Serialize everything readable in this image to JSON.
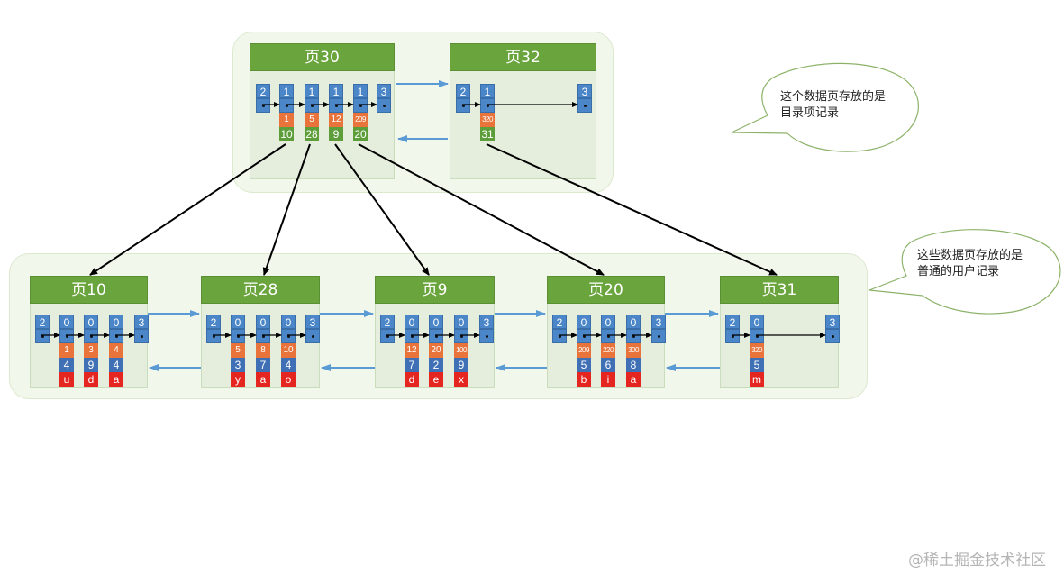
{
  "colors": {
    "header_green": "#6aa43c",
    "record_blue": "#4a86c8",
    "key_orange": "#e8743b",
    "page_no_green": "#5e9e3a",
    "value_blue": "#3f6fb5",
    "value_red": "#e52520",
    "sibling_arrow_blue": "#5b9bd5"
  },
  "directory_pages": [
    {
      "title": "页30",
      "records": [
        {
          "type": "2"
        },
        {
          "type": "1",
          "key": "1",
          "page_no": "10"
        },
        {
          "type": "1",
          "key": "5",
          "page_no": "28"
        },
        {
          "type": "1",
          "key": "12",
          "page_no": "9"
        },
        {
          "type": "1",
          "key": "209",
          "page_no": "20"
        },
        {
          "type": "3"
        }
      ]
    },
    {
      "title": "页32",
      "records": [
        {
          "type": "2"
        },
        {
          "type": "1",
          "key": "320",
          "page_no": "31"
        },
        {
          "type": "3"
        }
      ]
    }
  ],
  "leaf_pages": [
    {
      "title": "页10",
      "records": [
        {
          "type": "2"
        },
        {
          "type": "0",
          "key": "1",
          "col2": "4",
          "col3": "u"
        },
        {
          "type": "0",
          "key": "3",
          "col2": "9",
          "col3": "d"
        },
        {
          "type": "0",
          "key": "4",
          "col2": "4",
          "col3": "a"
        },
        {
          "type": "3"
        }
      ]
    },
    {
      "title": "页28",
      "records": [
        {
          "type": "2"
        },
        {
          "type": "0",
          "key": "5",
          "col2": "3",
          "col3": "y"
        },
        {
          "type": "0",
          "key": "8",
          "col2": "7",
          "col3": "a"
        },
        {
          "type": "0",
          "key": "10",
          "col2": "4",
          "col3": "o"
        },
        {
          "type": "3"
        }
      ]
    },
    {
      "title": "页9",
      "records": [
        {
          "type": "2"
        },
        {
          "type": "0",
          "key": "12",
          "col2": "7",
          "col3": "d"
        },
        {
          "type": "0",
          "key": "20",
          "col2": "2",
          "col3": "e"
        },
        {
          "type": "0",
          "key": "100",
          "col2": "9",
          "col3": "x"
        },
        {
          "type": "3"
        }
      ]
    },
    {
      "title": "页20",
      "records": [
        {
          "type": "2"
        },
        {
          "type": "0",
          "key": "209",
          "col2": "5",
          "col3": "b"
        },
        {
          "type": "0",
          "key": "220",
          "col2": "6",
          "col3": "i"
        },
        {
          "type": "0",
          "key": "300",
          "col2": "8",
          "col3": "a"
        },
        {
          "type": "3"
        }
      ]
    },
    {
      "title": "页31",
      "records": [
        {
          "type": "2"
        },
        {
          "type": "0",
          "key": "320",
          "col2": "5",
          "col3": "m"
        },
        {
          "type": "3"
        }
      ]
    }
  ],
  "child_links": [
    {
      "from_page": "页30",
      "record_key": "1",
      "to_page": "页10"
    },
    {
      "from_page": "页30",
      "record_key": "5",
      "to_page": "页28"
    },
    {
      "from_page": "页30",
      "record_key": "12",
      "to_page": "页9"
    },
    {
      "from_page": "页30",
      "record_key": "209",
      "to_page": "页20"
    },
    {
      "from_page": "页32",
      "record_key": "320",
      "to_page": "页31"
    }
  ],
  "callouts": {
    "directory": {
      "line1": "这个数据页存放的是",
      "line2": "目录项记录"
    },
    "leaf": {
      "line1": "这些数据页存放的是",
      "line2": "普通的用户记录"
    }
  },
  "watermark": "@稀土掘金技术社区"
}
